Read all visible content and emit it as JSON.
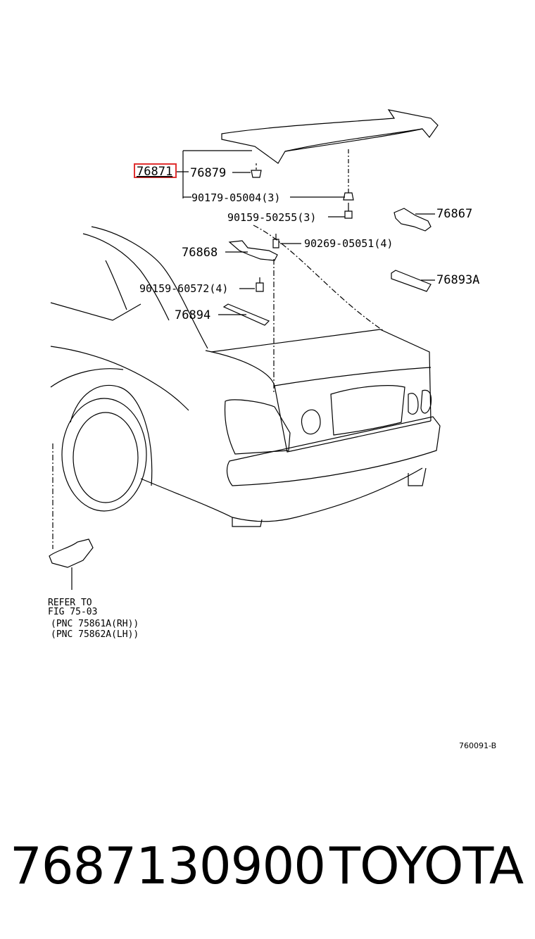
{
  "callouts": {
    "highlighted": "76871",
    "c76879": "76879",
    "c90179": "90179-05004(3)",
    "c90159a": "90159-50255(3)",
    "c76867": "76867",
    "c76868": "76868",
    "c90269": "90269-05051(4)",
    "c90159b": "90159-60572(4)",
    "c76893a": "76893A",
    "c76894": "76894"
  },
  "reference_note": {
    "line1": "REFER TO",
    "line2": "FIG 75-03",
    "line3": "(PNC 75861A(RH))",
    "line4": "(PNC 75862A(LH))"
  },
  "figure_id": "760091-B",
  "footer": {
    "part_number": "7687130900",
    "brand": "TOYOTA"
  },
  "colors": {
    "highlight_box": "#e03030",
    "line": "#000000"
  }
}
